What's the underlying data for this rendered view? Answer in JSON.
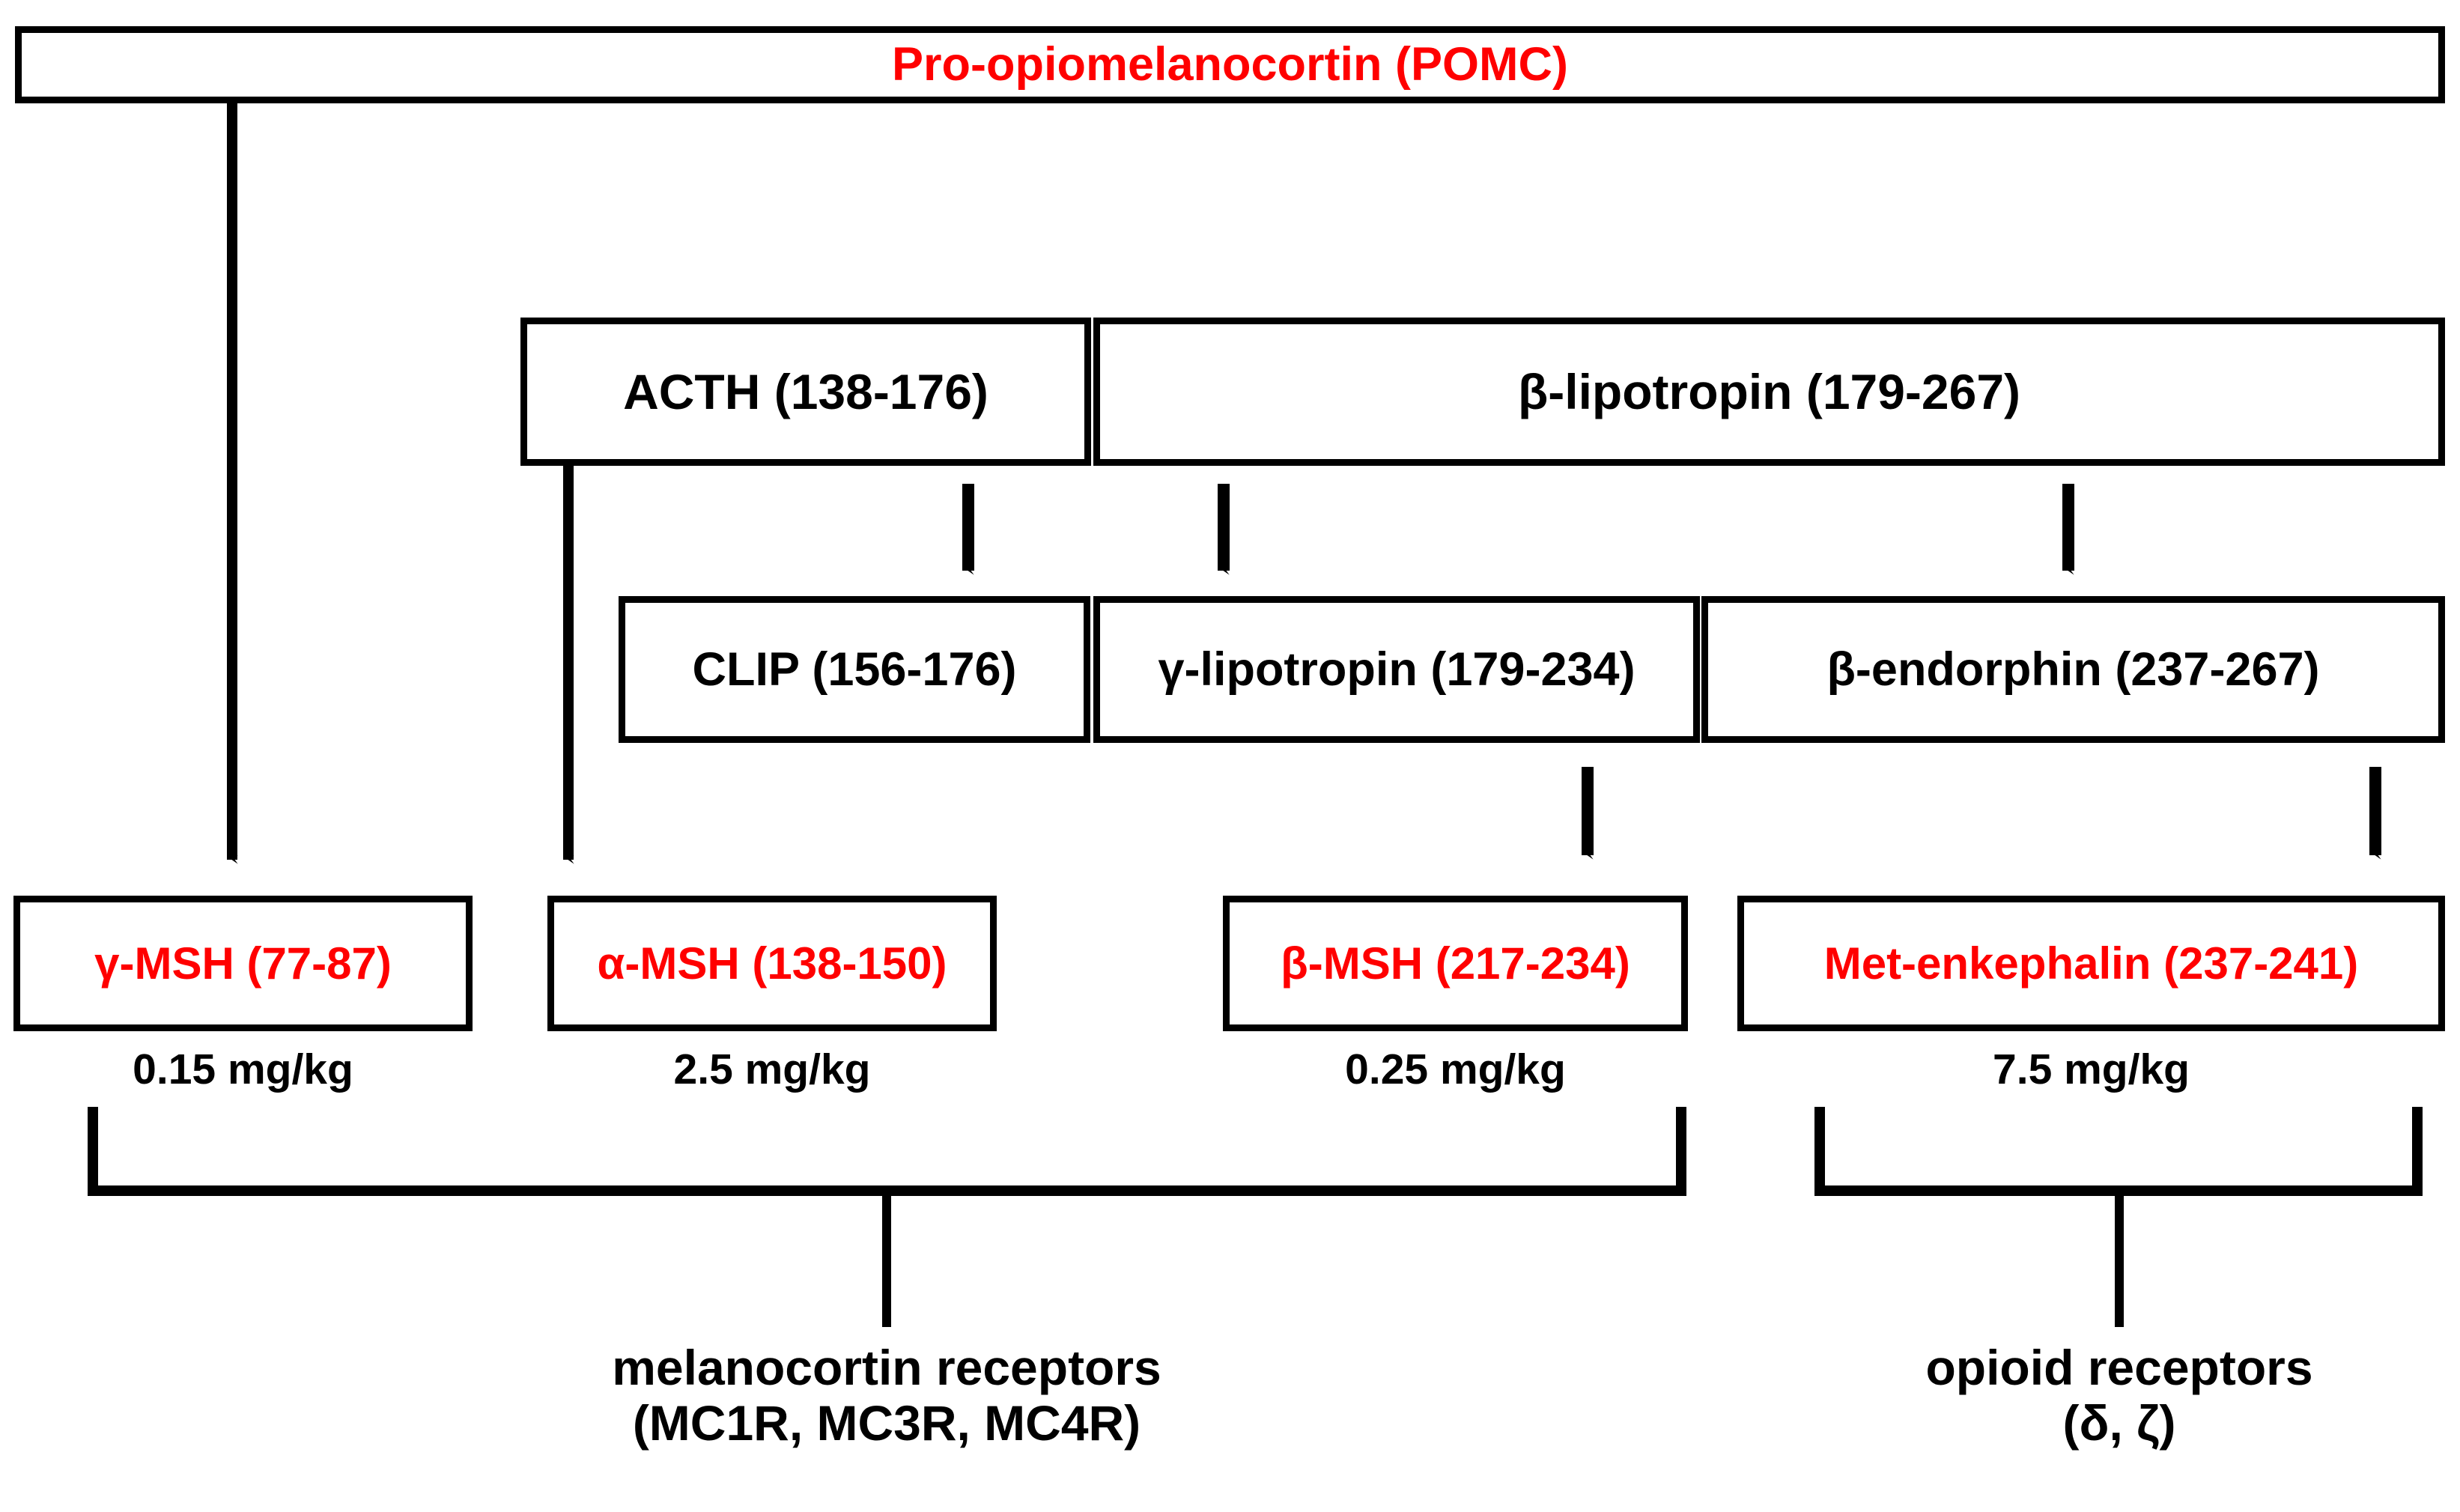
{
  "diagram": {
    "title_text": "Pro-opiomelanocortin (POMC)",
    "colors": {
      "precursor_black": "#000000",
      "active_peptide_red": "#FF0000",
      "background": "#FFFFFF"
    },
    "nodes": {
      "pomc": {
        "label": "Pro-opiomelanocortin (POMC)",
        "color": "red"
      },
      "acth": {
        "label": "ACTH (138-176)",
        "color": "black"
      },
      "beta_lipo": {
        "label": "β-lipotropin (179-267)",
        "color": "black"
      },
      "clip": {
        "label": "CLIP (156-176)",
        "color": "black"
      },
      "gamma_lipo": {
        "label": "γ-lipotropin (179-234)",
        "color": "black"
      },
      "beta_endo": {
        "label": "β-endorphin (237-267)",
        "color": "black"
      },
      "gamma_msh": {
        "label": "γ-MSH (77-87)",
        "color": "red"
      },
      "alpha_msh": {
        "label": "α-MSH (138-150)",
        "color": "red"
      },
      "beta_msh": {
        "label": "β-MSH (217-234)",
        "color": "red"
      },
      "met_enk": {
        "label": "Met-enkephalin (237-241)",
        "color": "red"
      }
    },
    "doses": {
      "gamma_msh": "0.15 mg/kg",
      "alpha_msh": "2.5 mg/kg",
      "beta_msh": "0.25 mg/kg",
      "met_enk": "7.5 mg/kg"
    },
    "receptors": {
      "melanocortin": {
        "line1": "melanocortin receptors",
        "line2": "(MC1R, MC3R, MC4R)"
      },
      "opioid": {
        "line1": "opioid receptors",
        "line2": "(δ, ζ)"
      }
    }
  }
}
